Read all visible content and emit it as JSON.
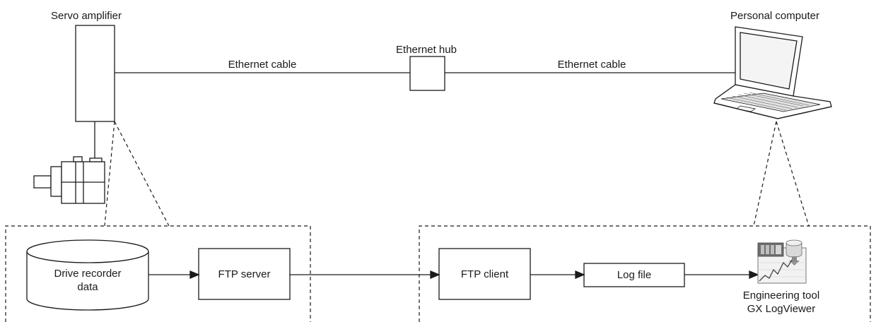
{
  "devices": {
    "servo_amplifier": "Servo amplifier",
    "personal_computer": "Personal computer",
    "ethernet_hub": "Ethernet hub",
    "cable_left": "Ethernet cable",
    "cable_right": "Ethernet cable"
  },
  "flow": {
    "drive_recorder_line1": "Drive recorder",
    "drive_recorder_line2": "data",
    "ftp_server": "FTP server",
    "ftp_client": "FTP client",
    "log_file": "Log file",
    "tool_line1": "Engineering tool",
    "tool_line2": "GX LogViewer"
  },
  "colors": {
    "stroke": "#1a1a1a",
    "tool_icon_accent": "#8a8a8a"
  }
}
